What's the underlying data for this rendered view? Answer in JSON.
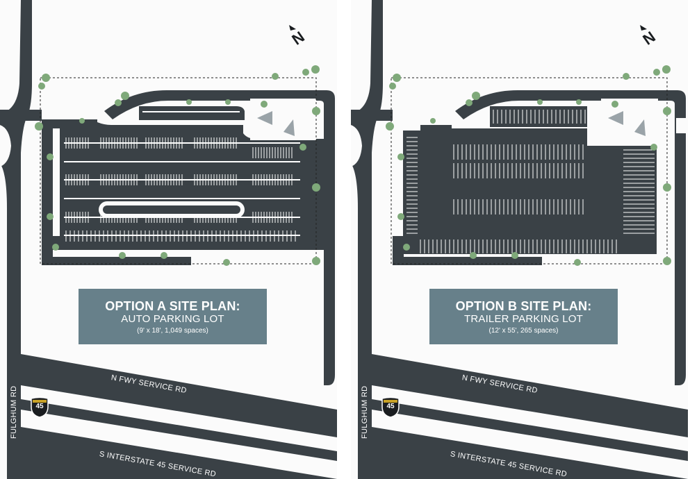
{
  "panels": [
    {
      "option_title": "OPTION A SITE PLAN:",
      "option_subtitle": "AUTO PARKING LOT",
      "option_note": "(9' x 18', 1,049 spaces)",
      "road_north": "N FWY SERVICE RD",
      "road_south": "S INTERSTATE 45 SERVICE RD",
      "road_west": "FULGHUM RD",
      "interstate_shield": "45",
      "north_icon": "north-arrow-icon"
    },
    {
      "option_title": "OPTION B SITE PLAN:",
      "option_subtitle": "TRAILER PARKING LOT",
      "option_note": "(12' x 55', 265 spaces)",
      "road_north": "N FWY SERVICE RD",
      "road_south": "S INTERSTATE 45 SERVICE RD",
      "road_west": "FULGHUM RD",
      "interstate_shield": "45",
      "north_icon": "north-arrow-icon"
    }
  ],
  "colors": {
    "road": "#3a4146",
    "label_box": "#67808a",
    "tree": "#7fa97a",
    "background": "#fbfbfb"
  }
}
